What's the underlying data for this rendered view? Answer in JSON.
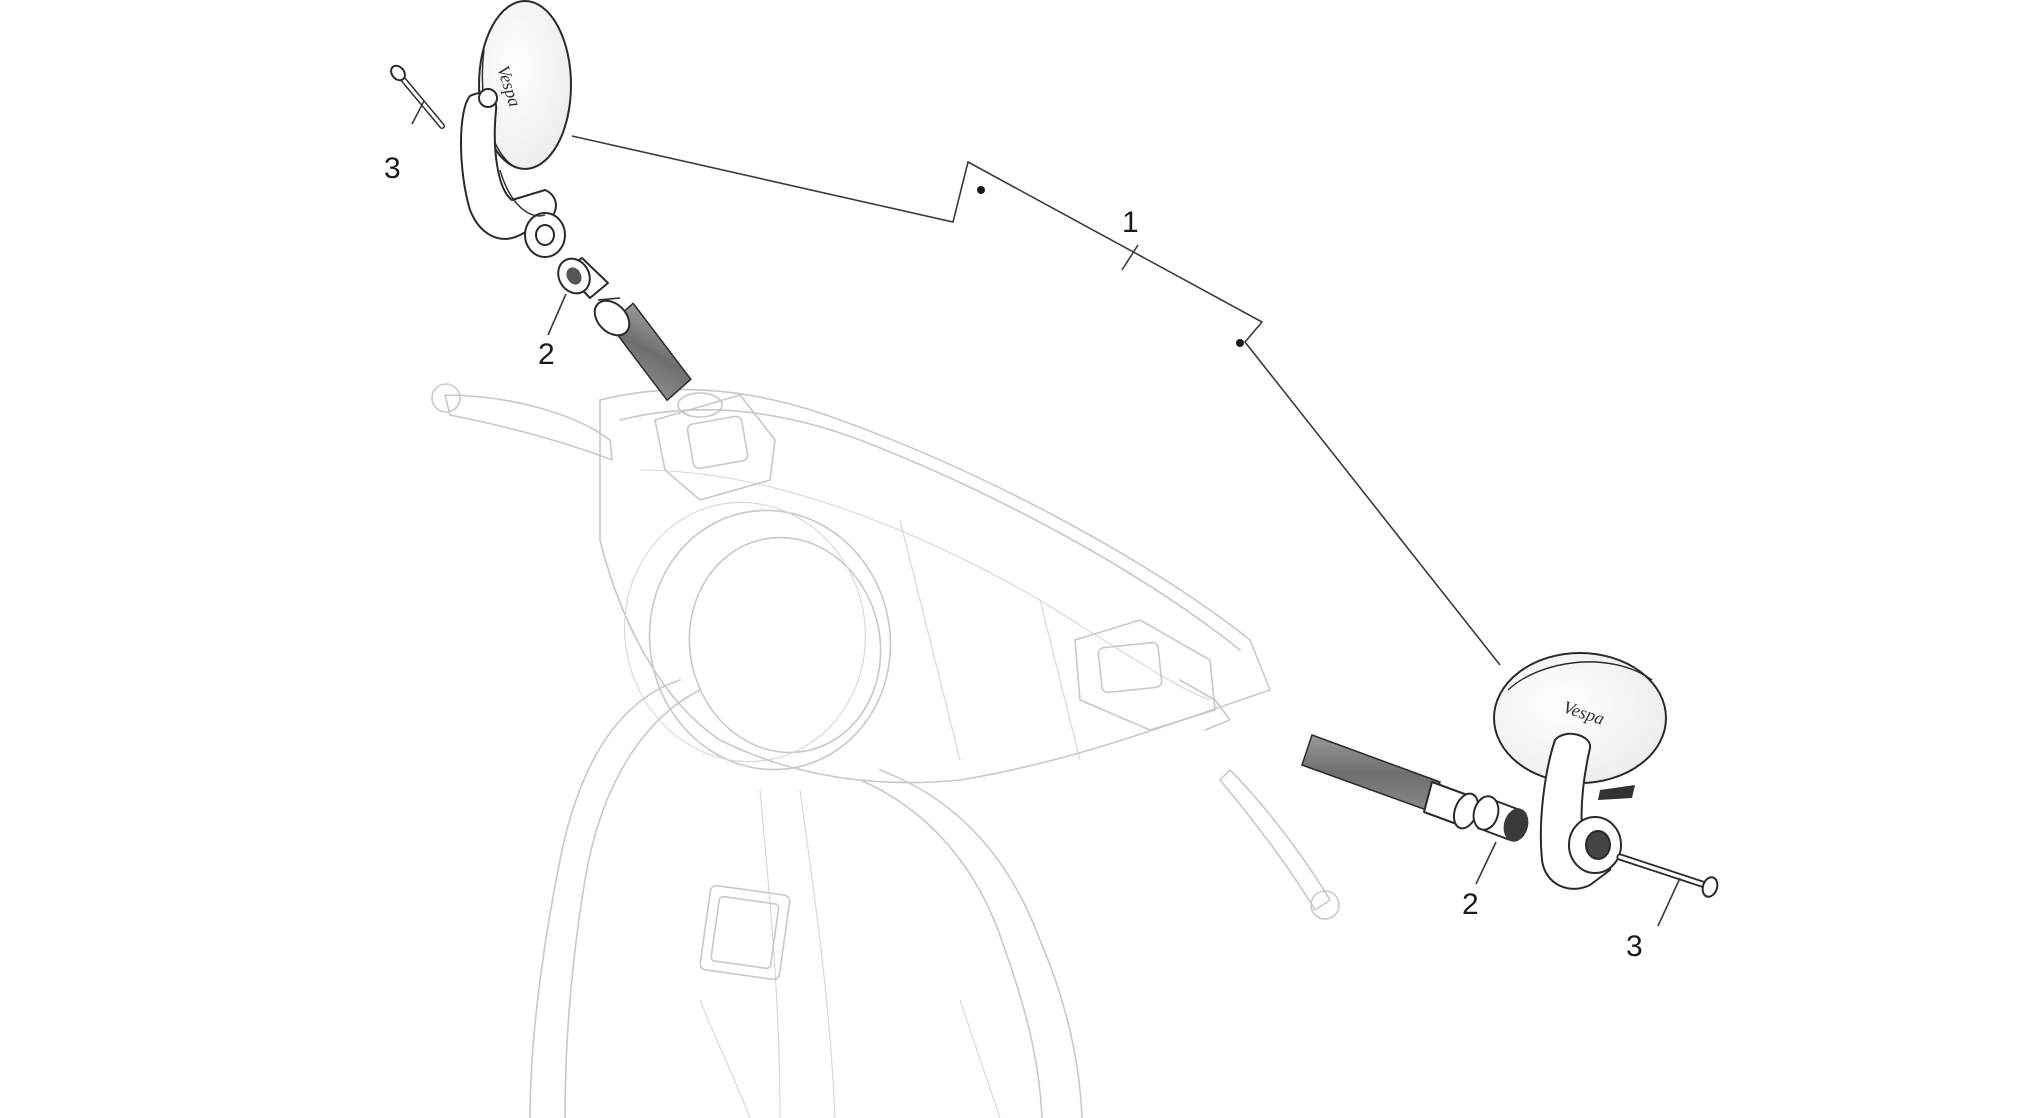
{
  "callouts": {
    "mirror_kit": "1",
    "spacer_left": "2",
    "spacer_right": "2",
    "screw_left": "3",
    "screw_right": "3"
  },
  "logo": {
    "brand_text": "Vespa"
  },
  "colors": {
    "part_stroke": "#2a2a2a",
    "ghost_stroke": "#c8c8c8",
    "grip_fill": "#777777",
    "background": "#ffffff"
  }
}
